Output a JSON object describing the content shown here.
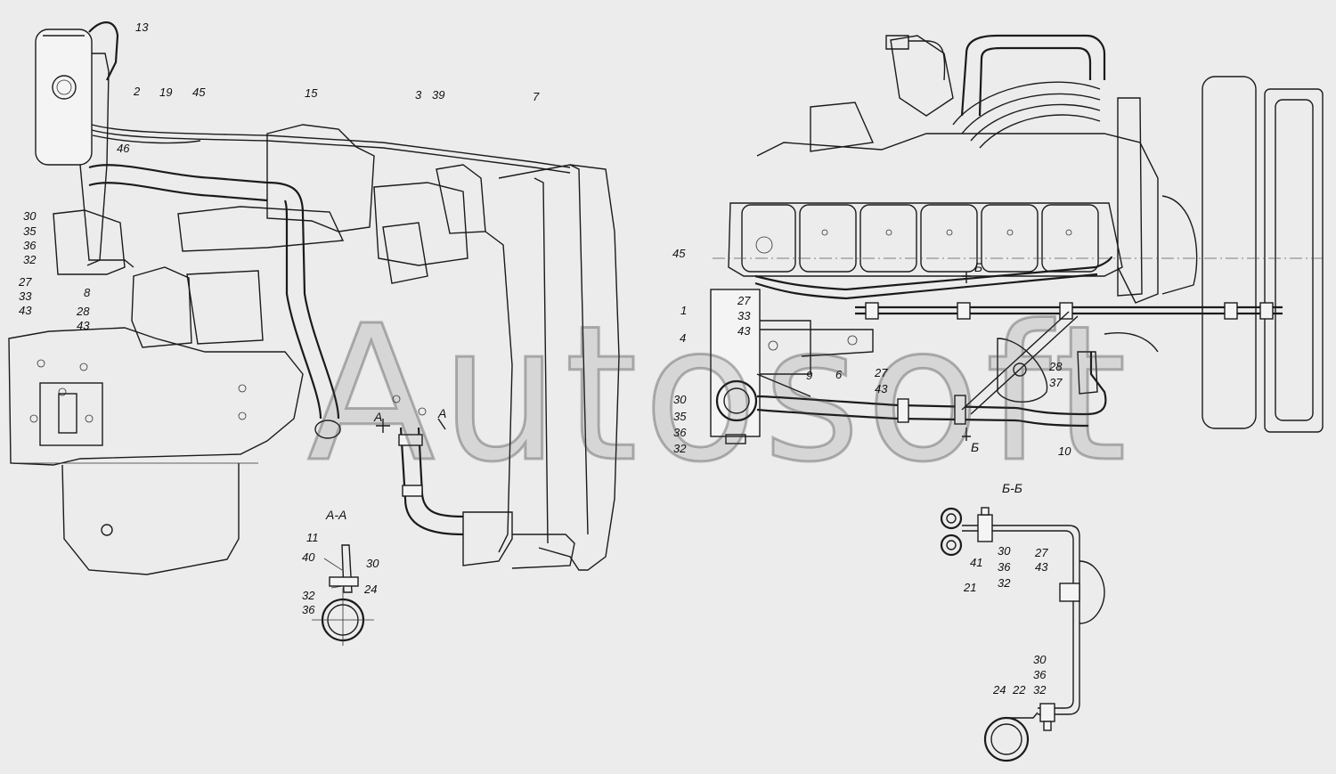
{
  "watermark": "Autosoft",
  "sections": {
    "aa_title": "А-А",
    "bb_title": "Б-Б",
    "marker_a_left": "А",
    "marker_a_right": "А",
    "marker_b_top": "Б",
    "marker_b_bottom": "Б"
  },
  "callouts": [
    {
      "id": "c13",
      "text": "13"
    },
    {
      "id": "c2",
      "text": "2"
    },
    {
      "id": "c19",
      "text": "19"
    },
    {
      "id": "c45a",
      "text": "45"
    },
    {
      "id": "c15",
      "text": "15"
    },
    {
      "id": "c3",
      "text": "3"
    },
    {
      "id": "c39",
      "text": "39"
    },
    {
      "id": "c7",
      "text": "7"
    },
    {
      "id": "c46",
      "text": "46"
    },
    {
      "id": "c30a",
      "text": "30"
    },
    {
      "id": "c35a",
      "text": "35"
    },
    {
      "id": "c36a",
      "text": "36"
    },
    {
      "id": "c32a",
      "text": "32"
    },
    {
      "id": "c27a",
      "text": "27"
    },
    {
      "id": "c33a",
      "text": "33"
    },
    {
      "id": "c43a",
      "text": "43"
    },
    {
      "id": "c8",
      "text": "8"
    },
    {
      "id": "c28a",
      "text": "28"
    },
    {
      "id": "c43b",
      "text": "43"
    },
    {
      "id": "c11",
      "text": "11"
    },
    {
      "id": "c40",
      "text": "40"
    },
    {
      "id": "c30b",
      "text": "30"
    },
    {
      "id": "c32b",
      "text": "32"
    },
    {
      "id": "c24a",
      "text": "24"
    },
    {
      "id": "c36b",
      "text": "36"
    },
    {
      "id": "c45b",
      "text": "45"
    },
    {
      "id": "c1",
      "text": "1"
    },
    {
      "id": "c27b",
      "text": "27"
    },
    {
      "id": "c33b",
      "text": "33"
    },
    {
      "id": "c43c",
      "text": "43"
    },
    {
      "id": "c4",
      "text": "4"
    },
    {
      "id": "c9",
      "text": "9"
    },
    {
      "id": "c6",
      "text": "6"
    },
    {
      "id": "c27c",
      "text": "27"
    },
    {
      "id": "c43d",
      "text": "43"
    },
    {
      "id": "c30c",
      "text": "30"
    },
    {
      "id": "c35b",
      "text": "35"
    },
    {
      "id": "c36c",
      "text": "36"
    },
    {
      "id": "c32c",
      "text": "32"
    },
    {
      "id": "c28b",
      "text": "28"
    },
    {
      "id": "c37",
      "text": "37"
    },
    {
      "id": "c10",
      "text": "10"
    },
    {
      "id": "c30d",
      "text": "30"
    },
    {
      "id": "c36d",
      "text": "36"
    },
    {
      "id": "c32d",
      "text": "32"
    },
    {
      "id": "c41",
      "text": "41"
    },
    {
      "id": "c21",
      "text": "21"
    },
    {
      "id": "c27d",
      "text": "27"
    },
    {
      "id": "c43e",
      "text": "43"
    },
    {
      "id": "c30e",
      "text": "30"
    },
    {
      "id": "c36e",
      "text": "36"
    },
    {
      "id": "c32e",
      "text": "32"
    },
    {
      "id": "c24b",
      "text": "24"
    },
    {
      "id": "c22",
      "text": "22"
    }
  ]
}
